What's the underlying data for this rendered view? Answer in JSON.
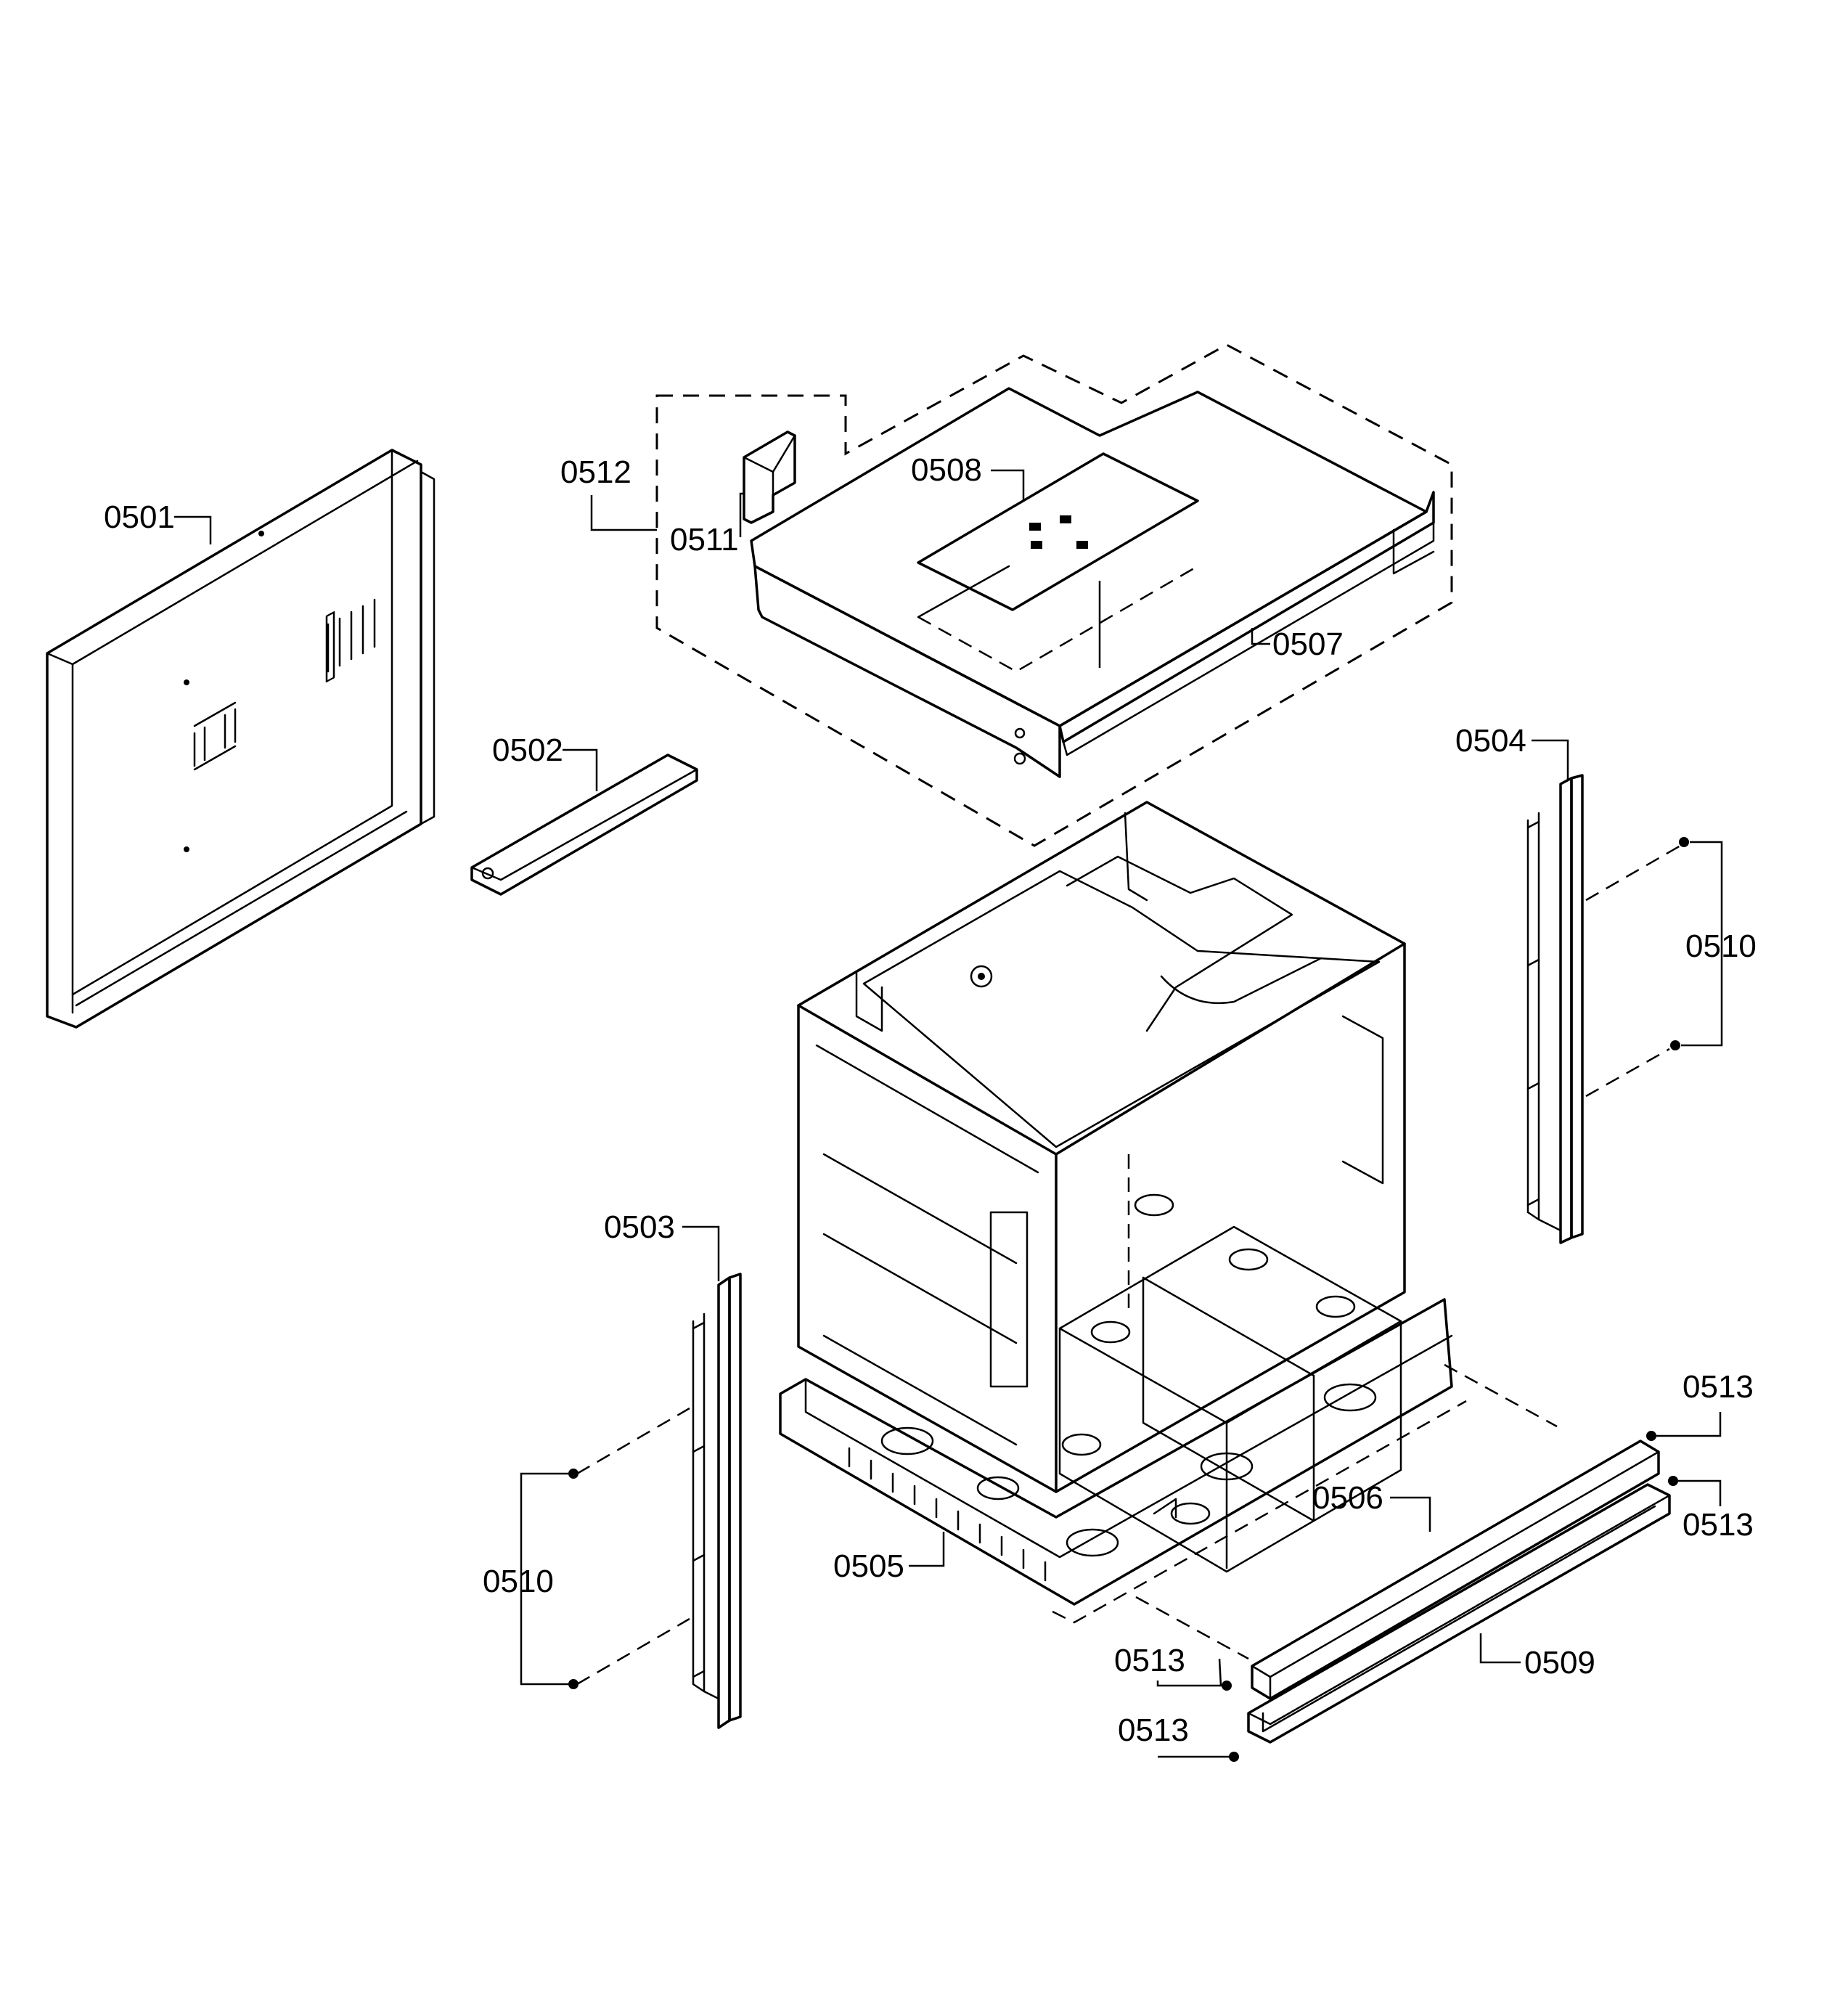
{
  "labels": {
    "p0501": "0501",
    "p0502": "0502",
    "p0503": "0503",
    "p0504": "0504",
    "p0505": "0505",
    "p0506": "0506",
    "p0507": "0507",
    "p0508": "0508",
    "p0509": "0509",
    "p0510_left": "0510",
    "p0510_right": "0510",
    "p0511": "0511",
    "p0512": "0512",
    "p0513_a": "0513",
    "p0513_b": "0513",
    "p0513_c": "0513",
    "p0513_d": "0513"
  }
}
